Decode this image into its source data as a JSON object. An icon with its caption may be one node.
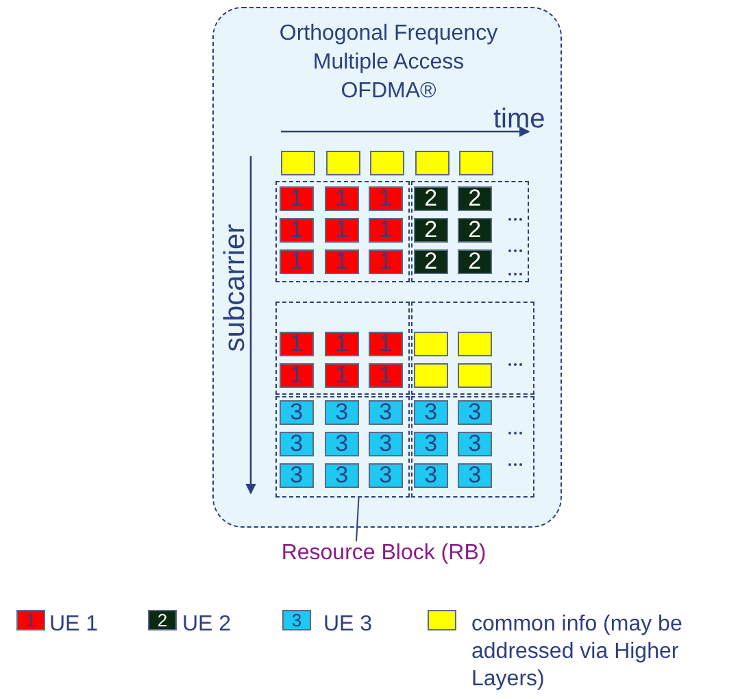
{
  "diagram": {
    "nodes": [
      {
        "text": [
          "Orthogonal Frequency Multiple Access OFDMA®"
        ]
      },
      {
        "text": [],
        "shape": "box",
        "in": 0
      },
      {
        "text": [],
        "shape": "box",
        "in": 0
      },
      {
        "text": [],
        "shape": "box",
        "in": 0
      },
      {
        "text": [],
        "shape": "box",
        "in": 0
      },
      {
        "text": [],
        "shape": "box",
        "in": 0
      },
      {
        "text": [],
        "shape": "box",
        "in": 0
      },
      {
        "text": [
          "1"
        ],
        "in": 6
      },
      {
        "text": [
          "1"
        ],
        "in": 6
      },
      {
        "text": [
          "1"
        ],
        "in": 6
      },
      {
        "text": [
          "1"
        ],
        "in": 6
      },
      {
        "text": [
          "1"
        ],
        "in": 6
      },
      {
        "text": [
          "1"
        ],
        "in": 6
      },
      {
        "text": [
          "1"
        ],
        "in": 6
      },
      {
        "text": [
          "1"
        ],
        "in": 6
      },
      {
        "text": [
          "1"
        ],
        "in": 6
      },
      {
        "text": [],
        "shape": "box",
        "in": 0
      },
      {
        "text": [
          "2"
        ],
        "in": 16
      },
      {
        "text": [
          "2"
        ],
        "in": 16
      },
      {
        "text": [
          "2"
        ],
        "in": 16
      },
      {
        "text": [
          "2"
        ],
        "in": 16
      },
      {
        "text": [
          "2"
        ],
        "in": 16
      },
      {
        "text": [
          "2"
        ],
        "in": 16
      },
      {
        "text": [],
        "shape": "box",
        "in": 0
      },
      {
        "text": [
          "1"
        ],
        "in": 23
      },
      {
        "text": [
          "1"
        ],
        "in": 23
      },
      {
        "text": [
          "1"
        ],
        "in": 23
      },
      {
        "text": [
          "1"
        ],
        "in": 23
      },
      {
        "text": [
          "1"
        ],
        "in": 23
      },
      {
        "text": [
          "1"
        ],
        "in": 23
      },
      {
        "text": [],
        "shape": "box",
        "in": 0
      },
      {
        "text": [],
        "shape": "box",
        "in": 30
      },
      {
        "text": [],
        "shape": "box",
        "in": 30
      },
      {
        "text": [],
        "shape": "box",
        "in": 30
      },
      {
        "text": [],
        "shape": "box",
        "in": 30
      },
      {
        "text": [],
        "shape": "box",
        "in": 0
      },
      {
        "text": [
          "3"
        ],
        "in": 35
      },
      {
        "text": [
          "3"
        ],
        "in": 35
      },
      {
        "text": [
          "3"
        ],
        "in": 35
      },
      {
        "text": [
          "3"
        ],
        "in": 35
      },
      {
        "text": [
          "3"
        ],
        "in": 35
      },
      {
        "text": [
          "3"
        ],
        "in": 35
      },
      {
        "text": [
          "3"
        ],
        "in": 35
      },
      {
        "text": [
          "3"
        ],
        "in": 35
      },
      {
        "text": [
          "3"
        ],
        "in": 35
      },
      {
        "text": [],
        "shape": "box",
        "in": 0
      },
      {
        "text": [
          "3"
        ],
        "in": 45
      },
      {
        "text": [
          "3"
        ],
        "in": 45
      },
      {
        "text": [
          "3"
        ],
        "in": 45
      },
      {
        "text": [
          "3"
        ],
        "in": 45
      },
      {
        "text": [
          "3"
        ],
        "in": 45
      },
      {
        "text": [
          "3"
        ],
        "in": 45
      },
      {
        "text": [
          "Resource Block (RB)"
        ]
      }
    ],
    "edges": [
      {
        "from": 52,
        "to": 35,
        "arrow": "none"
      }
    ],
    "labels": [
      "time",
      "subcarrier",
      "1",
      "2",
      "3"
    ],
    "legend": [
      {
        "text": "UE 1",
        "color": "#ff0000"
      },
      {
        "text": "UE 2",
        "color": "#0a2a12"
      },
      {
        "text": "UE 3",
        "color": "#1ec8f0"
      },
      {
        "text": "common info (may be addressed via Higher Layers)",
        "color": "#ffff00"
      }
    ]
  }
}
